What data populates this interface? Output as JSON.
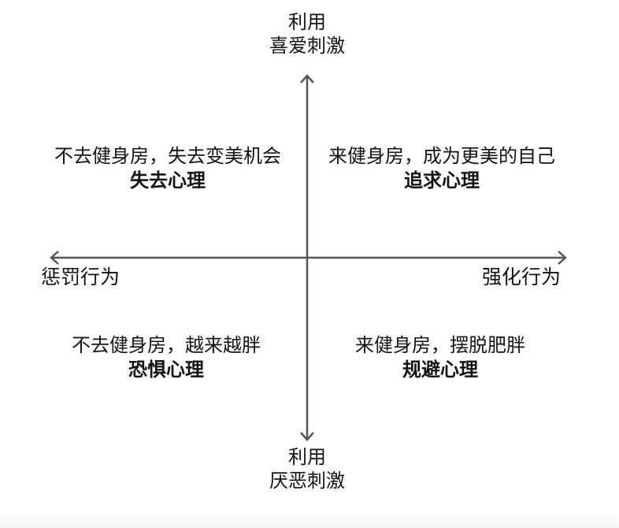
{
  "diagram": {
    "poles": {
      "top": {
        "line1": "利用",
        "line2": "喜爱刺激"
      },
      "bottom": {
        "line1": "利用",
        "line2": "厌恶刺激"
      },
      "left": "惩罚行为",
      "right": "强化行为"
    },
    "quadrants": {
      "top_left": {
        "desc": "不去健身房，失去变美机会",
        "label": "失去心理"
      },
      "top_right": {
        "desc": "来健身房，成为更美的自己",
        "label": "追求心理"
      },
      "bottom_left": {
        "desc": "不去健身房，越来越胖",
        "label": "恐惧心理"
      },
      "bottom_right": {
        "desc": "来健身房，摆脱肥胖",
        "label": "规避心理"
      }
    },
    "colors": {
      "axis": "#54565e",
      "text": "#141414",
      "background": "#ffffff"
    }
  }
}
